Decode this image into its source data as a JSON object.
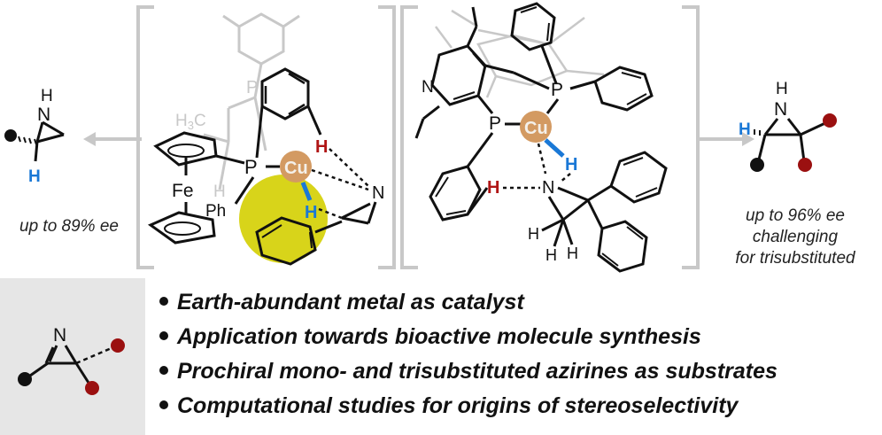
{
  "left_panel": {
    "product_nh": "N",
    "product_h_top": "H",
    "product_h_blue": "H",
    "ee_text": "up to 89% ee"
  },
  "ts1": {
    "h3c": "H3C",
    "p_top": "P",
    "p_main": "P",
    "fe": "Fe",
    "h_stereo": "H",
    "ph": "Ph",
    "cu": "Cu",
    "h_red": "H",
    "h_blue": "H",
    "n": "N"
  },
  "ts2": {
    "n_pyridine": "N",
    "p_left": "P",
    "p_right": "P",
    "cu": "Cu",
    "h_blue": "H",
    "h_red": "H",
    "n_amine": "N",
    "h1": "H",
    "h2": "H",
    "h3": "H"
  },
  "right_panel": {
    "product_n": "N",
    "product_h_top": "H",
    "product_h_blue": "H",
    "ee_line1": "up to 96% ee",
    "ee_line2": "challenging",
    "ee_line3": "for trisubstituted"
  },
  "substrate": {
    "n_label": "N"
  },
  "bullets": [
    "Earth-abundant metal as catalyst",
    "Application towards bioactive molecule synthesis",
    "Prochiral mono- and trisubstituted azirines as substrates",
    "Computational studies for origins of stereoselectivity"
  ],
  "colors": {
    "cu_orange": "#d39a62",
    "h_red": "#b01515",
    "h_blue": "#1a78d6",
    "highlight_yellow": "#d8d41a",
    "bracket_gray": "#c8c8c8",
    "substituent_red": "#9b1010",
    "substrate_box": "#e6e6e6"
  }
}
